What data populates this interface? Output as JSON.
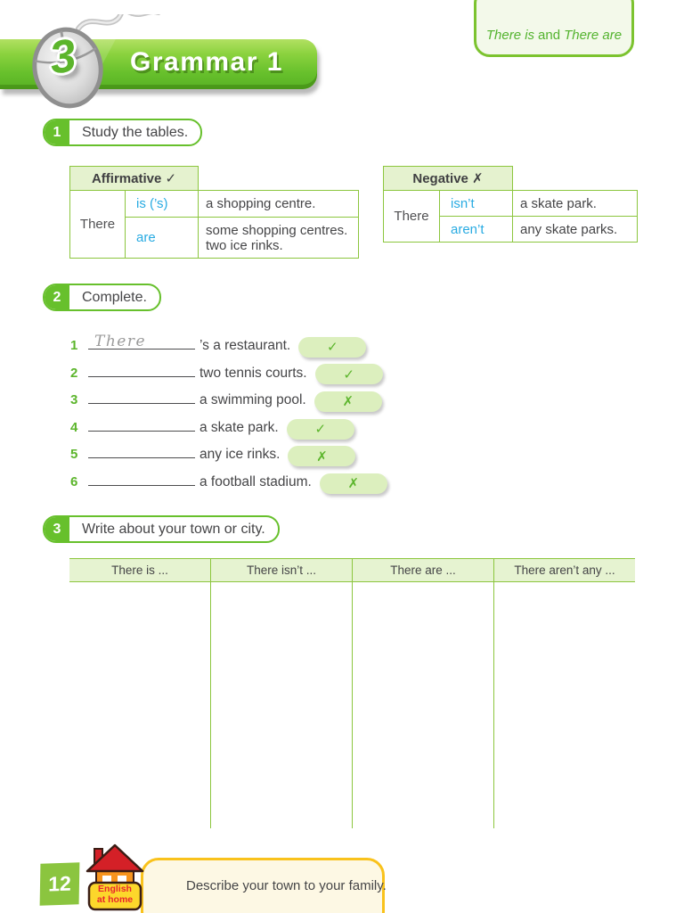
{
  "colors": {
    "accent_green": "#67c02c",
    "table_border_green": "#8cc63e",
    "table_header_bg": "#e5f2cf",
    "verb_blue": "#29abe2",
    "pill_bg": "#dcefbe",
    "footer_yellow": "#f9c21c",
    "badge_red": "#e8262d",
    "house_orange": "#f7941d"
  },
  "header": {
    "unit_number": "3",
    "title": "Grammar 1",
    "topic_left": "There is",
    "topic_mid": "and",
    "topic_right": "There are"
  },
  "sections": {
    "study": {
      "number": "1",
      "label": "Study the tables."
    },
    "complete": {
      "number": "2",
      "label": "Complete."
    },
    "write": {
      "number": "3",
      "label": "Write about your town or city."
    }
  },
  "affirmative_table": {
    "title": "Affirmative ✓",
    "subject": "There",
    "rows": [
      {
        "verb": "is (’s)",
        "lines": [
          "a shopping centre."
        ]
      },
      {
        "verb": "are",
        "lines": [
          "some shopping centres.",
          "two ice rinks."
        ]
      }
    ]
  },
  "negative_table": {
    "title": "Negative ✗",
    "subject": "There",
    "rows": [
      {
        "verb": "isn’t",
        "lines": [
          "a skate park."
        ]
      },
      {
        "verb": "aren’t",
        "lines": [
          "any skate parks."
        ]
      }
    ]
  },
  "exercise": {
    "items": [
      {
        "num": "1",
        "answer": "There",
        "text": "’s a restaurant.",
        "mark": "✓"
      },
      {
        "num": "2",
        "answer": "",
        "text": "two tennis courts.",
        "mark": "✓"
      },
      {
        "num": "3",
        "answer": "",
        "text": "a swimming pool.",
        "mark": "✗"
      },
      {
        "num": "4",
        "answer": "",
        "text": "a skate park.",
        "mark": "✓"
      },
      {
        "num": "5",
        "answer": "",
        "text": "any ice rinks.",
        "mark": "✗"
      },
      {
        "num": "6",
        "answer": "",
        "text": "a football stadium.",
        "mark": "✗"
      }
    ]
  },
  "city_table": {
    "headers": [
      "There is ...",
      "There isn’t ...",
      "There are ...",
      "There aren’t any ..."
    ]
  },
  "footer": {
    "page_number": "12",
    "home_badge": {
      "line1": "English",
      "line2": "at home"
    },
    "task": "Describe your town to your family."
  }
}
